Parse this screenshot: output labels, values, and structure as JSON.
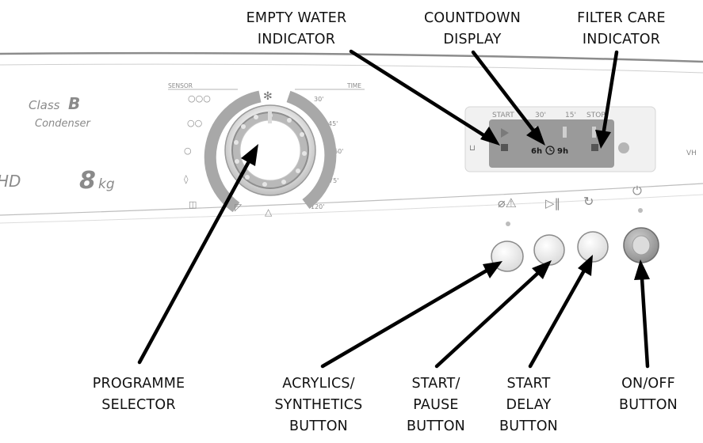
{
  "panel": {
    "class_prefix": "Class",
    "class_letter": "B",
    "type": "Condenser",
    "model": "HD",
    "capacity_number": "8",
    "capacity_unit": "kg",
    "edge_label": "VH",
    "dial": {
      "sensor_label": "SENSOR",
      "time_label": "TIME",
      "dry_levels": [
        "○○○",
        "○○",
        "○"
      ],
      "times": [
        "30'",
        "45'",
        "60'",
        "75'",
        "120'"
      ]
    },
    "display": {
      "start": "START",
      "min_30": "30'",
      "min_15": "15'",
      "stop": "STOP",
      "delay_6": "6h",
      "delay_9": "9h"
    }
  },
  "callouts": {
    "empty_water": [
      "EMPTY WATER",
      "INDICATOR"
    ],
    "countdown": [
      "COUNTDOWN",
      "DISPLAY"
    ],
    "filter_care": [
      "FILTER CARE",
      "INDICATOR"
    ],
    "programme_selector": [
      "PROGRAMME",
      "SELECTOR"
    ],
    "acrylics": [
      "ACRYLICS/",
      "SYNTHETICS",
      "BUTTON"
    ],
    "start_pause": [
      "START/",
      "PAUSE",
      "BUTTON"
    ],
    "start_delay": [
      "START",
      "DELAY",
      "BUTTON"
    ],
    "on_off": [
      "ON/OFF",
      "BUTTON"
    ]
  },
  "colors": {
    "panel_line": "#8c8c8c",
    "dial_ring": "#a8a8a8",
    "display_bg": "#9a9a9a",
    "button_fill": "#f2f2f2",
    "power_button": "#9c9c9c",
    "arrow": "#000000"
  }
}
